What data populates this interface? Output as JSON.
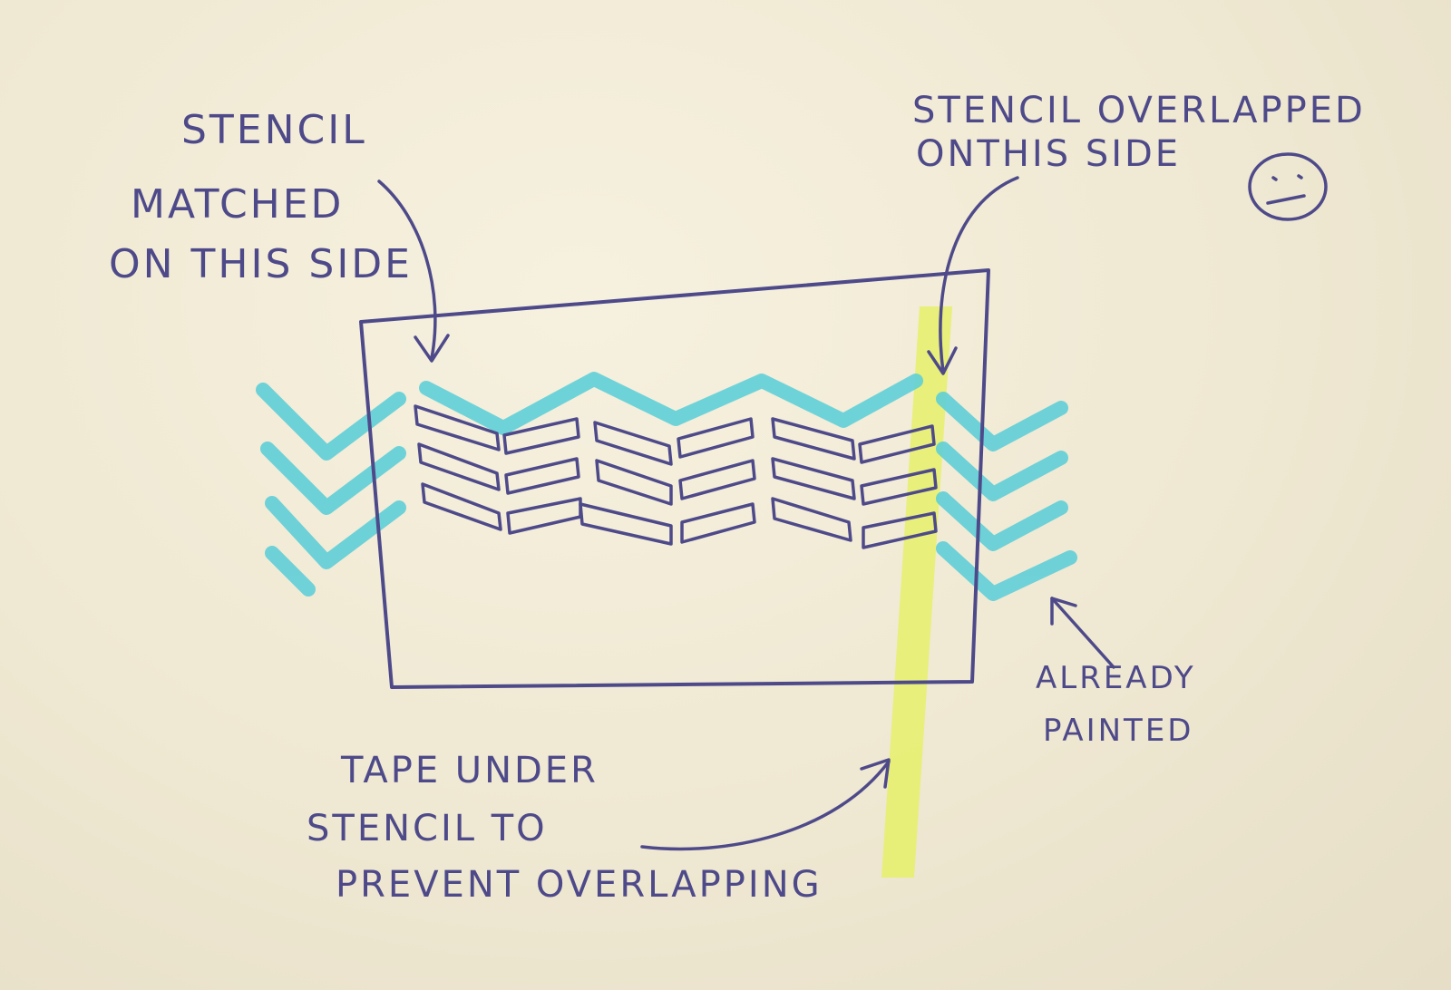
{
  "labels": {
    "matched_line1": "STENCIL",
    "matched_line2": "MATCHED",
    "matched_line3": "ON THIS SIDE",
    "overlapped_line1": "STENCIL OVERLAPPED",
    "overlapped_line2": "ONTHIS SIDE",
    "painted_line1": "ALREADY",
    "painted_line2": "PAINTED",
    "tape_line1": "TAPE UNDER",
    "tape_line2": "STENCIL TO",
    "tape_line3": "PREVENT OVERLAPPING"
  },
  "colors": {
    "paper": "#f1ebd6",
    "ink": "#4e4a8a",
    "paint": "#5fcfd8",
    "tape": "#e6f06a"
  },
  "icons": {
    "confused_face": "confused-face-icon"
  }
}
